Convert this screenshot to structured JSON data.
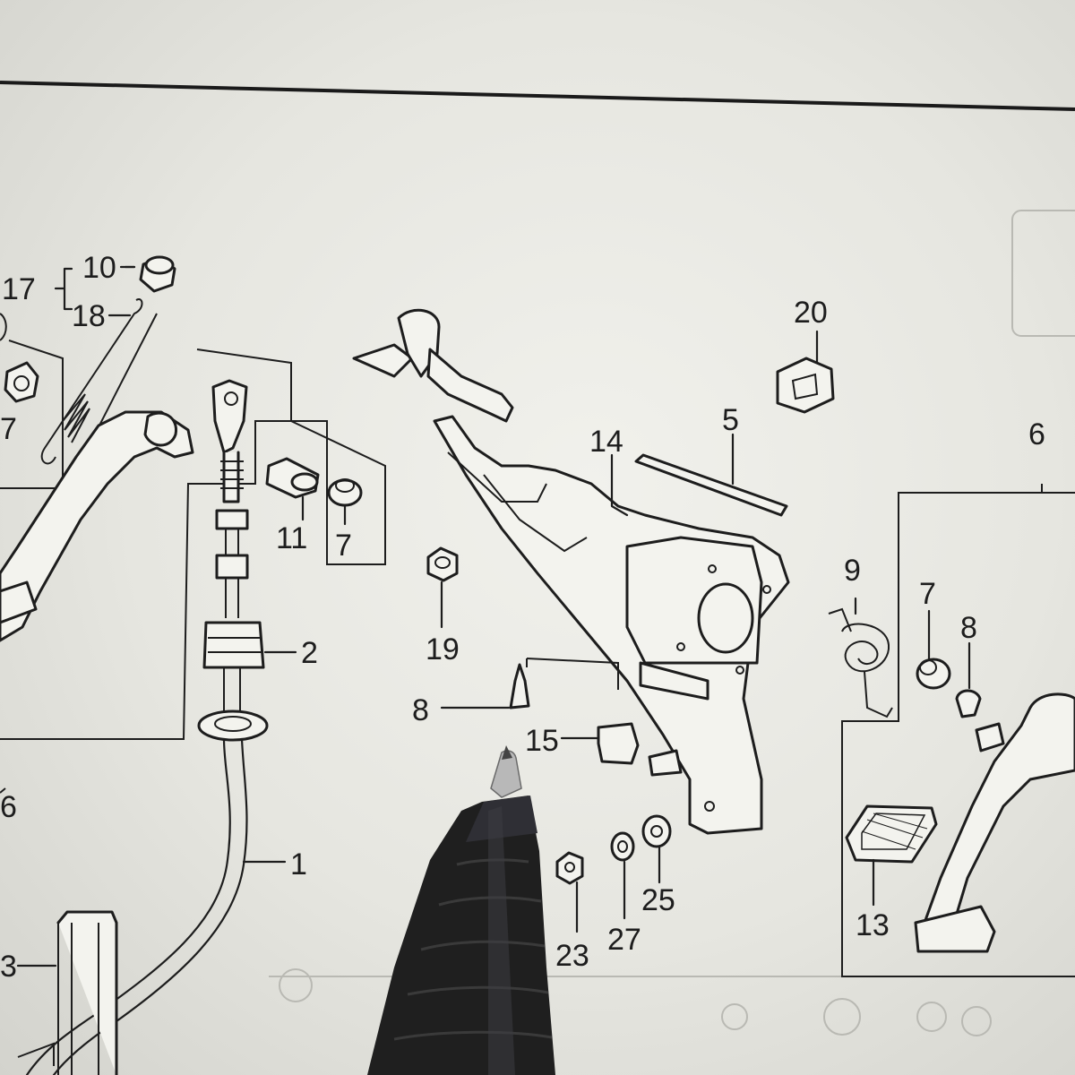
{
  "callouts": {
    "c10": "10",
    "c17": "17",
    "c18": "18",
    "c7_left": "7",
    "c11": "11",
    "c7_mid": "7",
    "c20": "20",
    "c5": "5",
    "c14": "14",
    "c6": "6",
    "c2": "2",
    "c19": "19",
    "c8_mid": "8",
    "c15": "15",
    "c9": "9",
    "c7_right": "7",
    "c8_right": "8",
    "c1": "1",
    "c23": "23",
    "c27": "27",
    "c25": "25",
    "c13": "13",
    "c6_partial": "6",
    "c3_partial": "3"
  },
  "colors": {
    "paper": "#ecece6",
    "ink": "#1d1d1d",
    "pen_body": "#202020",
    "pen_tip": "#bdbdbd"
  },
  "icons": [
    "ballpoint-pen",
    "clutch-pedal-assembly",
    "brake-pedal-assembly",
    "clutch-cable"
  ]
}
